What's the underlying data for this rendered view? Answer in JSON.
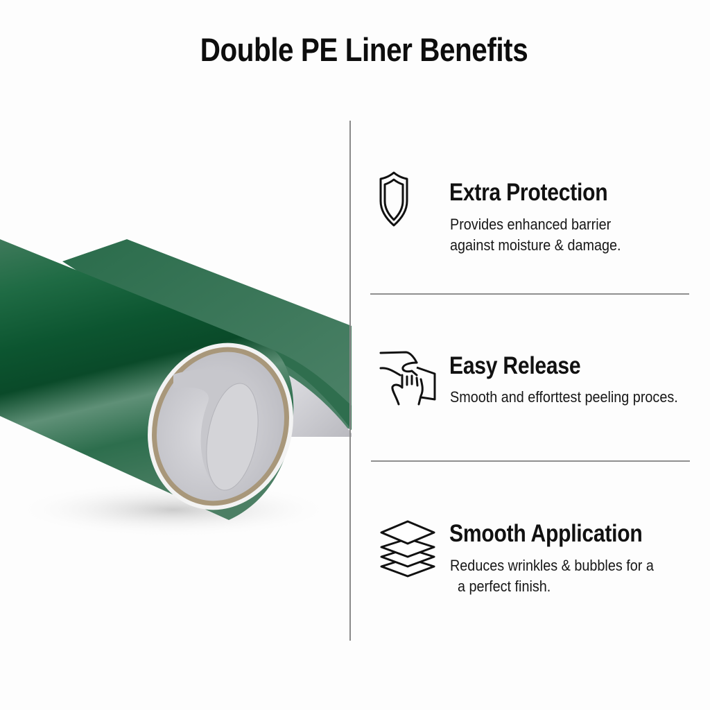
{
  "page": {
    "title": "Double PE Liner Benefits"
  },
  "illustration": {
    "subject": "rolled-green-vinyl-sheet-with-white-liner",
    "colors": {
      "green_dark": "#0b4f2c",
      "green_mid": "#1c6a44",
      "green_light": "#5b8d72",
      "liner_gray": "#cfcfd3",
      "core_tan": "#a8977a"
    }
  },
  "benefits": [
    {
      "icon": "shield-icon",
      "heading": "Extra Protection",
      "description": "Provides enhanced barrier\nagainst moisture & damage."
    },
    {
      "icon": "hand-peel-icon",
      "heading": "Easy Release",
      "description": "Smooth and efforttest peeling proces."
    },
    {
      "icon": "layers-icon",
      "heading": "Smooth Application",
      "description": "Reduces wrinkles & bubbles for a\n  a perfect finish."
    }
  ],
  "theme": {
    "background": "#fdfdfd",
    "text": "#111111",
    "divider": "#8a8a8a"
  }
}
